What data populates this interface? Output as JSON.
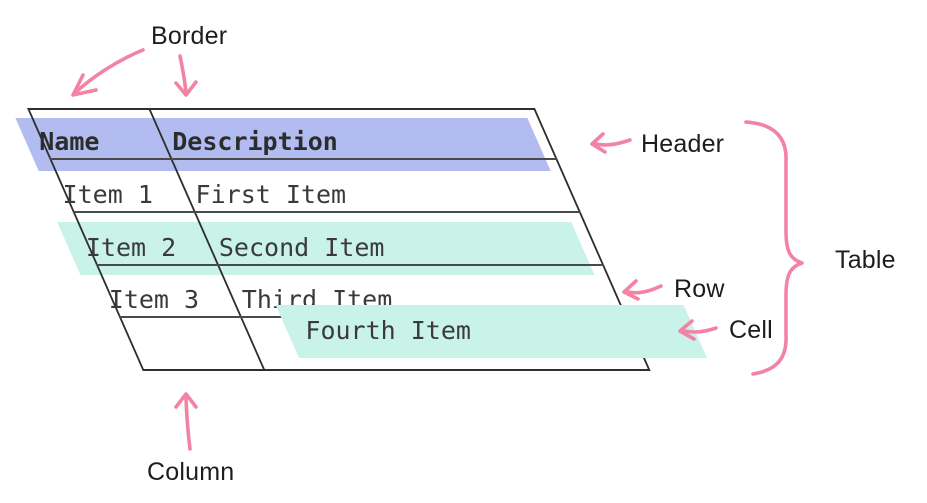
{
  "annotations": {
    "border_label": "Border",
    "header_label": "Header",
    "row_label": "Row",
    "cell_label": "Cell",
    "table_label": "Table",
    "column_label": "Column"
  },
  "table": {
    "columns": [
      "Name",
      "Description"
    ],
    "rows": [
      {
        "name": "Item 1",
        "description": "First Item"
      },
      {
        "name": "Item 2",
        "description": "Second Item"
      },
      {
        "name": "Item 3",
        "description": "Third Item"
      },
      {
        "name": "",
        "description": "Fourth Item"
      }
    ],
    "highlighted_header_row": "Name | Description",
    "highlighted_row": "Item 2 | Second Item",
    "highlighted_cell": "Fourth Item"
  },
  "colors": {
    "annotation_pink": "#f383a4",
    "header_highlight": "#b3bcf0",
    "row_highlight": "#c9f2e8",
    "cell_highlight": "#c9f2e8",
    "table_border": "#2f2f2f",
    "table_text": "#3a3a3a",
    "label_text": "#1d1d1d",
    "background": "#ffffff"
  }
}
